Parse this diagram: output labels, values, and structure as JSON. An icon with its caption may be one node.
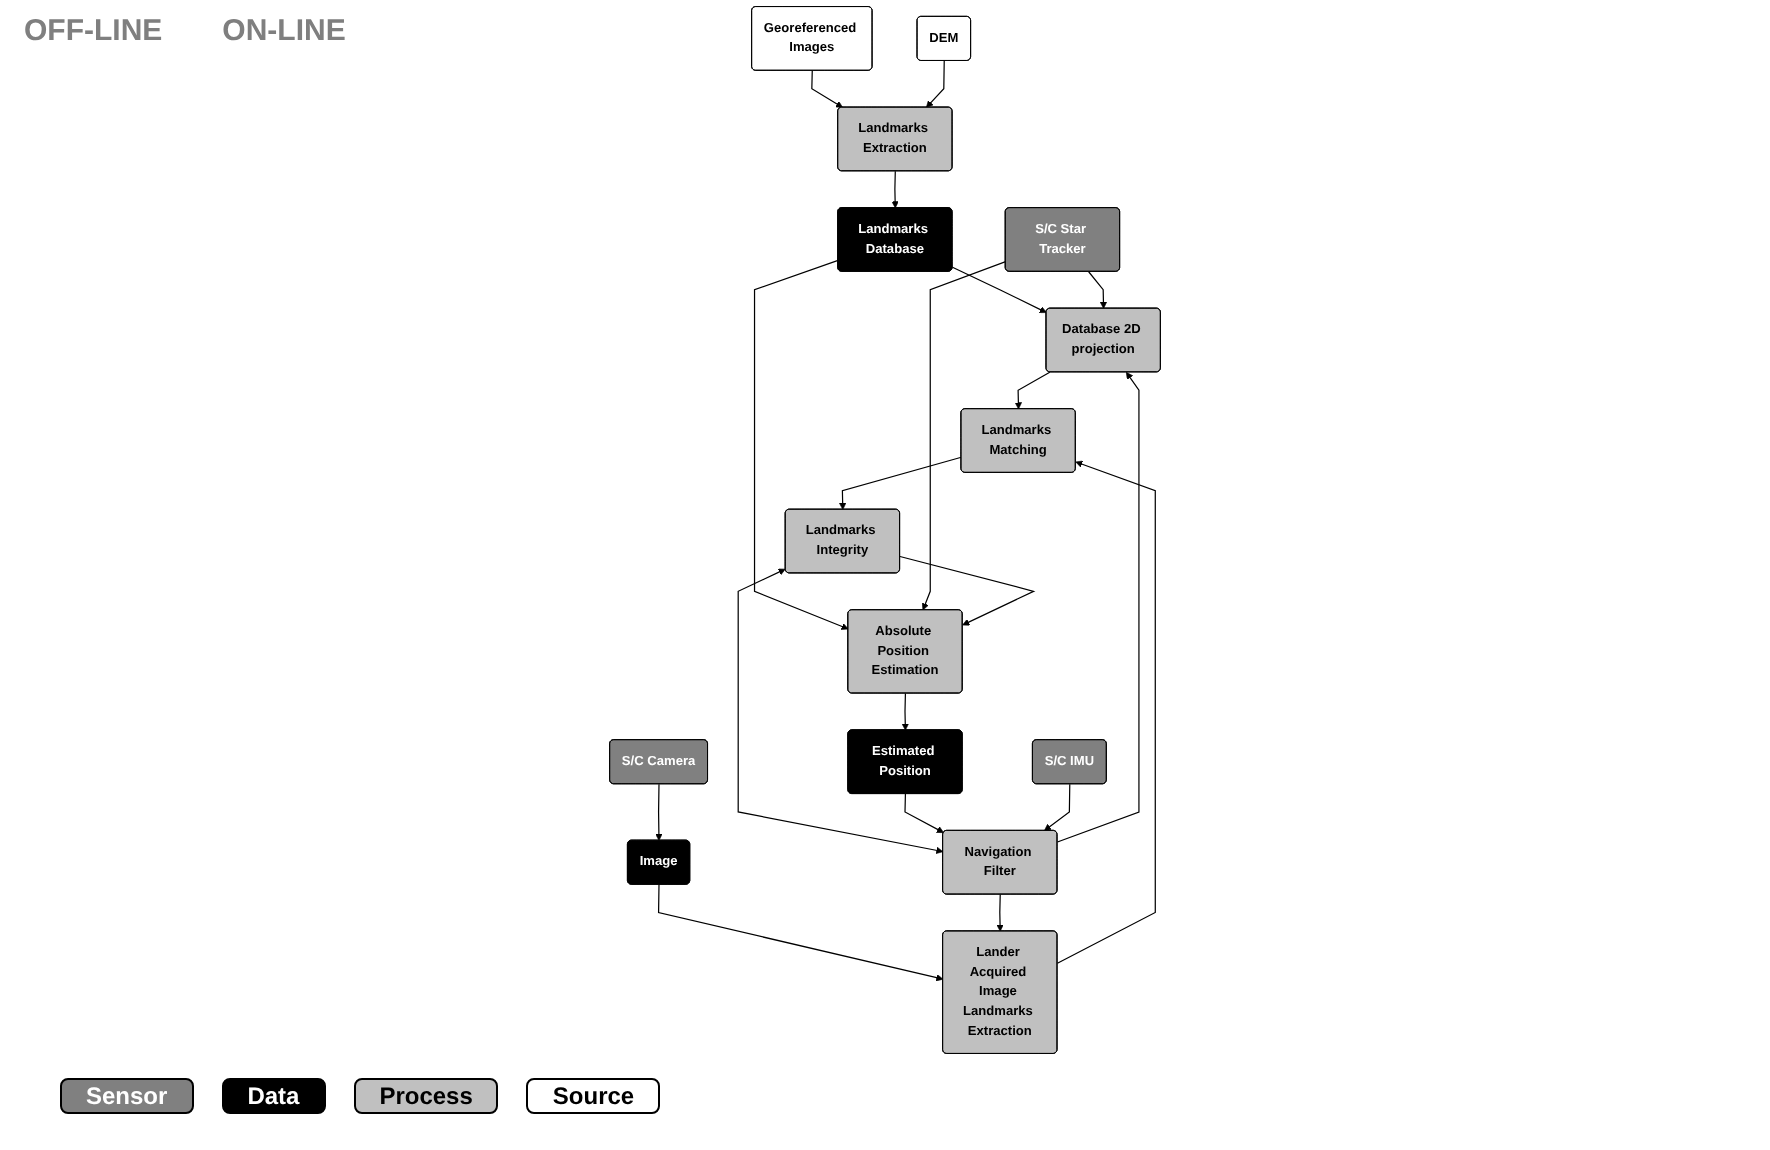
{
  "diagram": {
    "nodes": [
      {
        "text": [
          "Georeferenced Images"
        ]
      },
      {
        "text": [
          "DEM"
        ]
      },
      {
        "text": [
          "Landmarks Extraction"
        ]
      },
      {
        "text": [
          "Landmarks Database"
        ]
      },
      {
        "text": [
          "S/C Star Tracker"
        ]
      },
      {
        "text": [
          "Database 2D projection"
        ]
      },
      {
        "text": [
          "Landmarks Matching"
        ]
      },
      {
        "text": [
          "Landmarks Integrity"
        ]
      },
      {
        "text": [
          "Absolute Position Estimation"
        ]
      },
      {
        "text": [
          "S/C Camera"
        ]
      },
      {
        "text": [
          "Image"
        ]
      },
      {
        "text": [
          "Lander Acquired Image Landmarks Extraction"
        ]
      },
      {
        "text": [
          "Estimated Position"
        ]
      },
      {
        "text": [
          "Navigation Filter"
        ]
      },
      {
        "text": [
          "S/C IMU"
        ]
      }
    ],
    "edges": [
      {
        "from": 0,
        "to": 2,
        "arrow": "to"
      },
      {
        "from": 1,
        "to": 2,
        "arrow": "to"
      },
      {
        "from": 2,
        "to": 3,
        "arrow": "to"
      },
      {
        "from": 3,
        "to": 8,
        "arrow": "to"
      },
      {
        "from": 3,
        "to": 5,
        "arrow": "to"
      },
      {
        "from": 4,
        "to": 5,
        "arrow": "to"
      },
      {
        "from": 4,
        "to": 8,
        "arrow": "to"
      },
      {
        "from": 5,
        "to": 6,
        "arrow": "to"
      },
      {
        "from": 11,
        "to": 6,
        "arrow": "to"
      },
      {
        "from": 6,
        "to": 7,
        "arrow": "to"
      },
      {
        "from": 7,
        "to": 8,
        "arrow": "to"
      },
      {
        "from": 7,
        "to": 13,
        "arrow": "both"
      },
      {
        "from": 8,
        "to": 12,
        "arrow": "to"
      },
      {
        "from": 12,
        "to": 13,
        "arrow": "to"
      },
      {
        "from": 9,
        "to": 10,
        "arrow": "to"
      },
      {
        "from": 10,
        "to": 11,
        "arrow": "to"
      },
      {
        "from": 13,
        "to": 11,
        "arrow": "to"
      },
      {
        "from": 13,
        "to": 5,
        "arrow": "to"
      },
      {
        "from": 14,
        "to": 13,
        "arrow": "to"
      }
    ],
    "labels": [
      "OFF-LINE",
      "ON-LINE"
    ],
    "legend": [
      {
        "text": "Sensor",
        "color": "#808080"
      },
      {
        "text": "Data",
        "color": "#000000"
      },
      {
        "text": "Process",
        "color": "#c0c0c0"
      },
      {
        "text": "Source",
        "color": "#ffffff"
      }
    ]
  }
}
